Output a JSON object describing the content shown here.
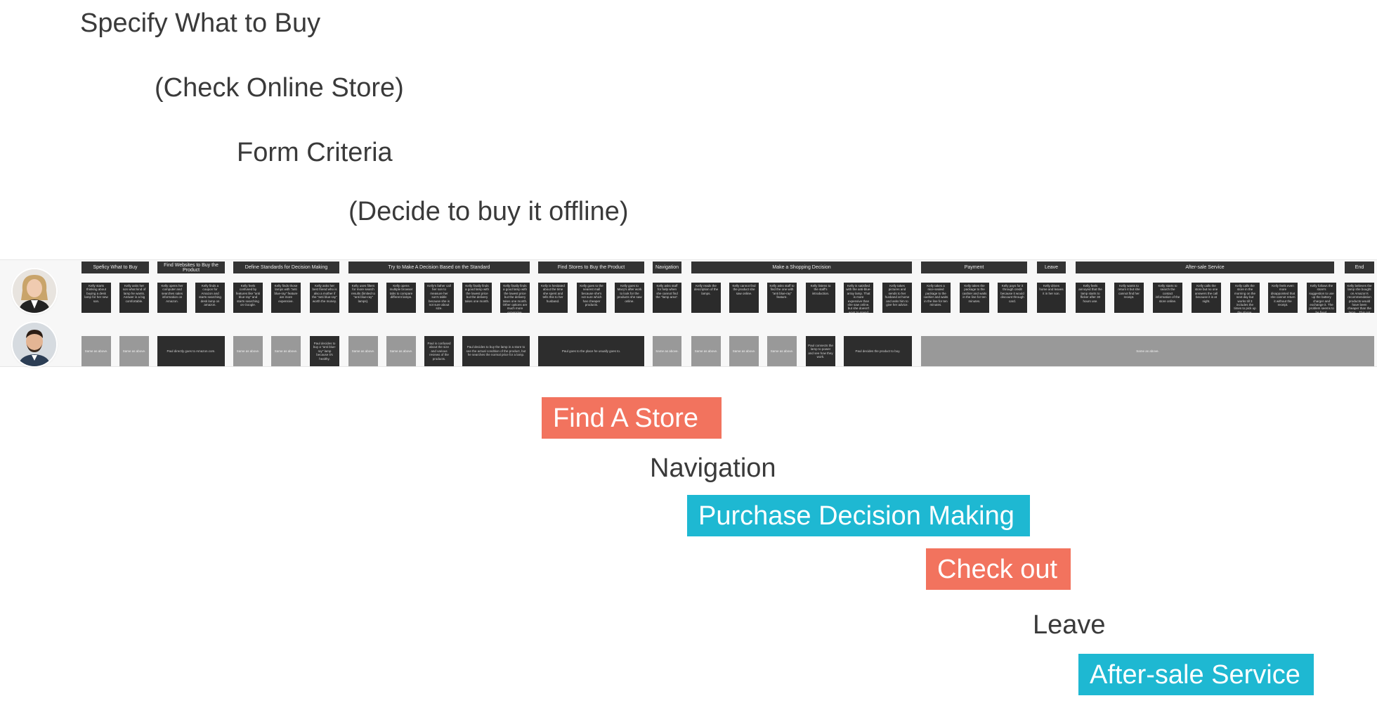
{
  "stage_labels": {
    "specify": "Specify What to Buy",
    "check_online": "(Check Online Store)",
    "form_criteria": "Form Criteria",
    "decide_offline": "(Decide to buy it offline)",
    "find_store": "Find A Store",
    "navigation": "Navigation",
    "purchase_decision": "Purchase Decision Making",
    "check_out": "Check out",
    "leave": "Leave",
    "after_sale": "After-sale Service"
  },
  "colors": {
    "orange": "#f2735e",
    "cyan": "#1eb8d2",
    "dark": "#333333",
    "gray": "#999999"
  },
  "personas": {
    "kelly_icon": "person-avatar-icon",
    "paul_icon": "person-avatar-icon"
  },
  "journey": {
    "phases": [
      "Speficy What to Buy",
      "Find Websites to Buy the Product",
      "Define Standards for Decision Making",
      "Try to Make A Decision Based on the Standard",
      "Find Stores to Buy the Product",
      "Navigation",
      "Make a Shopping Decision",
      "Payment",
      "Leave",
      "After-sale Service",
      "End"
    ],
    "kelly_steps": [
      "Kelly starts thinking about buying a desk lamp for her new son.",
      "Kelly asks her son what kind of lamp he wants. Answer is a big comfortable.",
      "Kelly opens her computer and searches sales information on Amazon.",
      "Kelly finds a coupon for Amazon and starts searching desk lamp on amazon.",
      "Kelly feels confused by features like \"anti blue-ray\" and starts searching on Google.",
      "Kelly finds those lamps with \"anti blue-ray\" feature are more expensive.",
      "Kelly asks her best friend who is also a mother if the \"anti blue-ray\" worth the money.",
      "Kelly uses filters for more search results (limited to \"anti blue-ray\" lamps).",
      "Kelly opens multiple browser tabs to compare different lamps.",
      "Kelly's father call her son to measure her son's table because she is not sure about size.",
      "Kelly finally finds a good lamp with the lowest price but the delivery takes one month.",
      "Kelly finally finds a good lamp with the lowest price but the delivery takes one month. Other options are much more expensive.",
      "Kelly is hesitated about the time she spent and tells this to her husband.",
      "Kelly goes to the nearest mall because she's not sure which has cheaper products.",
      "Kelly goes to Macy's after work to look for the products she saw online.",
      "Kelly asks staff for help when she cannot find the \"lamp area\".",
      "Kelly reads the description of the lamps.",
      "Kelly cannot find the product she saw online.",
      "Kelly asks staff to find the one with \"anti blue-ray\" feature.",
      "Kelly listens to the staff's introduction.",
      "Kelly is satisfied with the anti-blue-array lamp. That is more expensive than she saw online, but she doesn't want to spend more time on it.",
      "Kelly takes pictures and sends to her husband at home and asks him to give her advice.",
      "Kelly takes a nice-sealed package to the cashier and waits in the line for ten minutes.",
      "Kelly takes the package to the cashier and waits in the line for ten minutes.",
      "Kelly pays for it through credit because it would discount through card.",
      "Kelly drives home and leaves it in her son.",
      "Kelly feels annoyed that the lamp starts to flicker after 30 hours use.",
      "Kelly wants to return it but she cannot find her receipt.",
      "Kelly starts to search the contact information of the store online.",
      "Kelly calls the store but no one answers the call because it is at night.",
      "Kelly calls the store in the morning on the next day but works till 3 includes the times to pick up the phone.",
      "Kelly feels even more disappointed that she cannot return it without the receipt.",
      "Kelly follows the store's suggestion to use up the battery charger and exchange it. The problem seems to be fixed.",
      "Kelly believes the lamp she bought on Amazon's recommendation products would have been cheaper than the lamp... This got angry."
    ],
    "paul_steps": [
      "Same as above.",
      "Same as above.",
      "Paul directly goes to Amazon.com.",
      "Same as above.",
      "Same as above.",
      "Paul decides to buy a \"anti blue-ray\" lamp because it's healthy.",
      "Same as above.",
      "Same as above.",
      "Paul is confused about the size and various reviews of the products.",
      "Paul decides to buy the lamp in a store to see the actual condition of the product, but he searches the normal price for a lamp.",
      "Paul goes to the place he usually goes to.",
      "Same as above.",
      "Same as above.",
      "Same as above.",
      "Same as above.",
      "Paul connects the lamp to power and see how they work.",
      "Paul decides the product to buy.",
      "Same as above."
    ]
  }
}
